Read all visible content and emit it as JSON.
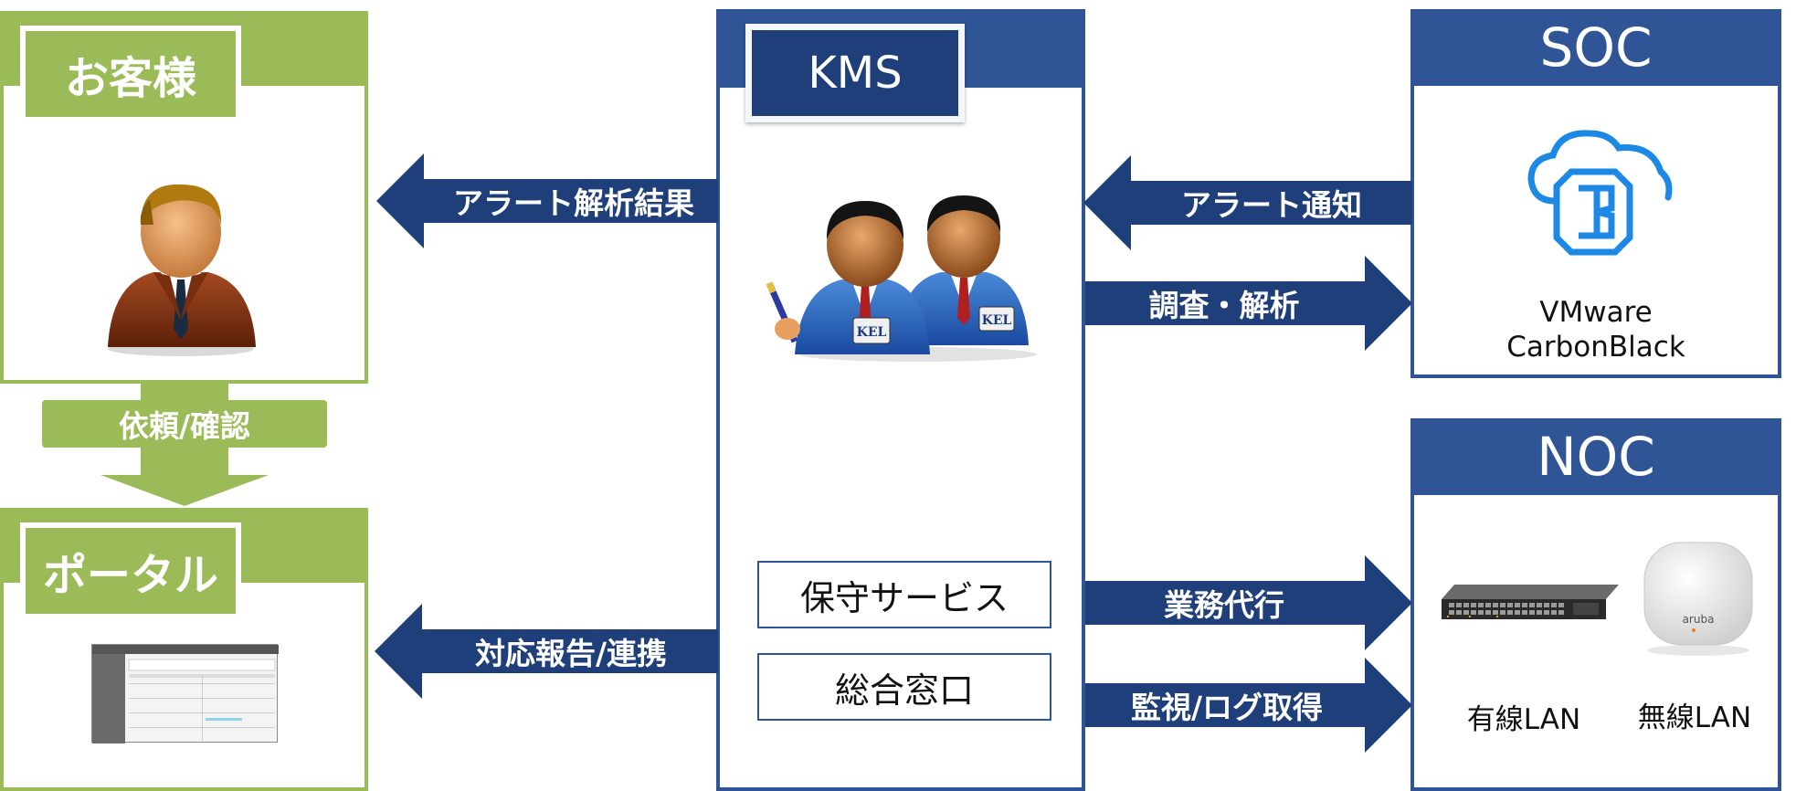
{
  "customer": {
    "title": "お客様",
    "icon": "customer-person-icon"
  },
  "portal": {
    "title": "ポータル",
    "icon": "portal-screenshot-icon"
  },
  "request": {
    "label": "依頼/確認"
  },
  "kms": {
    "title": "KMS",
    "icon": "staff-pair-icon",
    "badge_text": "KEL",
    "services": [
      "保守サービス",
      "総合窓口"
    ]
  },
  "soc": {
    "title": "SOC",
    "product_line1": "VMware",
    "product_line2": "CarbonBlack",
    "icon": "carbonblack-cloud-icon"
  },
  "noc": {
    "title": "NOC",
    "wired_label": "有線LAN",
    "wireless_label": "無線LAN",
    "wired_icon": "network-switch-icon",
    "wireless_icon": "wireless-access-point-icon",
    "ap_brand": "aruba"
  },
  "arrows": {
    "alert_result": "アラート解析結果",
    "report": "対応報告/連携",
    "alert_notify": "アラート通知",
    "investigate": "調査・解析",
    "operations": "業務代行",
    "monitoring": "監視/ログ取得"
  },
  "colors": {
    "navy": "#1f3f7a",
    "blue": "#2f5597",
    "green": "#9bbb59"
  }
}
